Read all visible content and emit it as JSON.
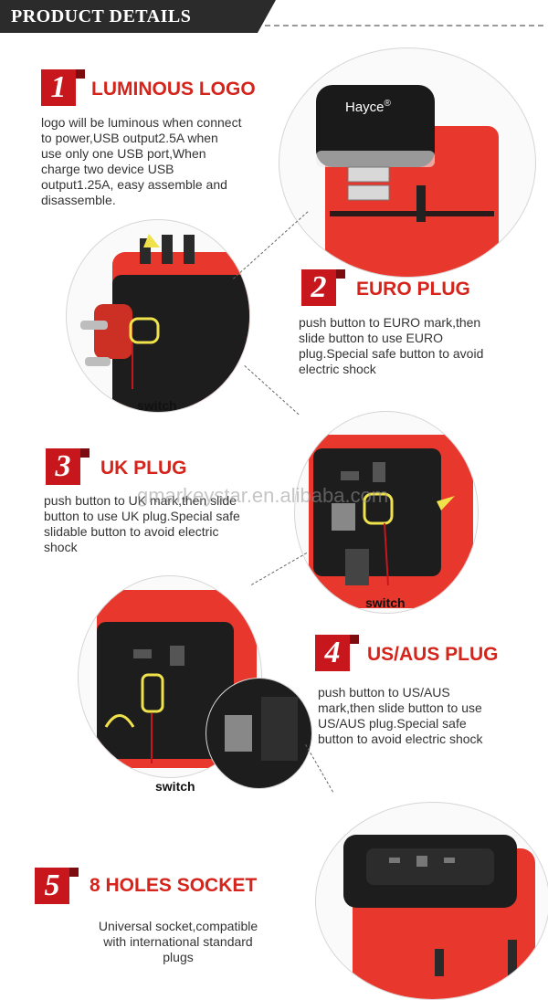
{
  "header": {
    "title": "PRODUCT DETAILS"
  },
  "sections": [
    {
      "number": "1",
      "title": "LUMINOUS LOGO",
      "lines": [
        "logo will be luminous when connect",
        "to power,USB output2.5A when",
        "use only one USB port,When",
        "charge two device USB",
        "output1.25A, easy assemble and",
        "disassemble."
      ]
    },
    {
      "number": "2",
      "title": "EURO PLUG",
      "lines": [
        "push button to EURO mark,then",
        "slide button to use EURO",
        "plug.Special safe button to avoid",
        "electric shock"
      ]
    },
    {
      "number": "3",
      "title": "UK PLUG",
      "lines": [
        "push button to UK mark,then slide",
        "button to use UK plug.Special safe",
        "slidable button to avoid electric",
        "shock"
      ]
    },
    {
      "number": "4",
      "title": "US/AUS PLUG",
      "lines": [
        "push button to US/AUS",
        "mark,then slide button to use",
        "US/AUS plug.Special safe",
        "button to avoid electric shock"
      ]
    },
    {
      "number": "5",
      "title": "8 HOLES SOCKET",
      "lines": [
        "Universal socket,compatible",
        "with international  standard",
        "plugs"
      ]
    }
  ],
  "brand": {
    "logo_text": "Hayce",
    "registered": "®"
  },
  "labels": {
    "switch": "switch"
  },
  "watermark": "gmarkeystar.en.alibaba.com",
  "colors": {
    "accent": "#c8161d",
    "title_red": "#d4241b",
    "body_red": "#e8372c",
    "header_dark": "#2b2b2b"
  }
}
